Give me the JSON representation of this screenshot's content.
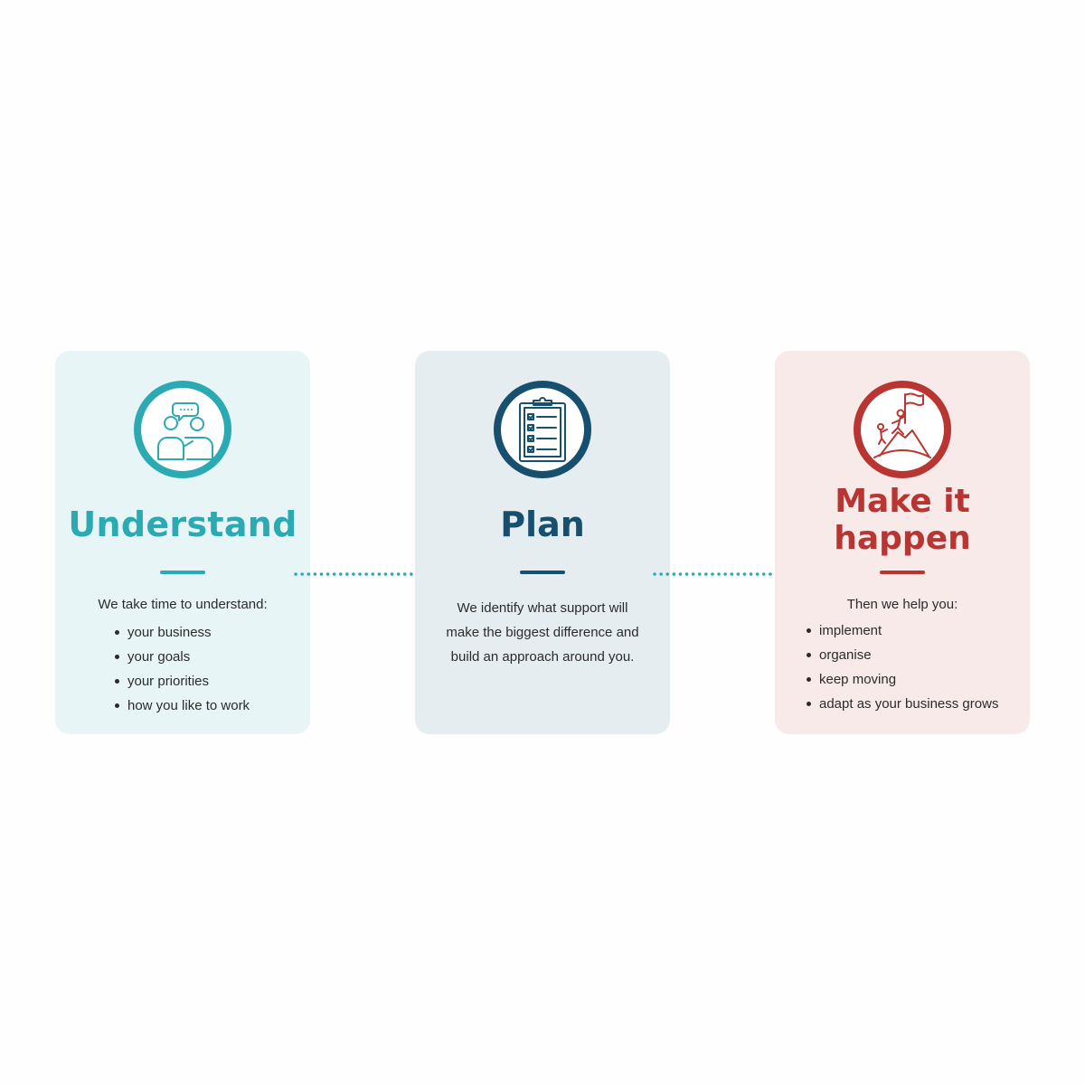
{
  "steps": [
    {
      "title": "Understand",
      "intro": "We take time to understand:",
      "bullets": [
        "your business",
        "your goals",
        "your priorities",
        "how you like to work"
      ],
      "color": "#2baab3",
      "background": "#e8f5f6",
      "icon": "two-people-chat-icon"
    },
    {
      "title": "Plan",
      "paragraph": "We identify what support will make the biggest difference and build an approach around you.",
      "color": "#17506e",
      "background": "#e6edf1",
      "icon": "clipboard-checklist-icon"
    },
    {
      "title_line1": "Make it",
      "title_line2": "happen",
      "intro": "Then we help you:",
      "bullets": [
        "implement",
        "organise",
        "keep moving",
        "adapt as your business grows"
      ],
      "color": "#b93532",
      "background": "#f9eaea",
      "icon": "mountain-climber-flag-icon"
    }
  ],
  "arrows": {
    "color": "#2baab3",
    "style": "dotted"
  }
}
